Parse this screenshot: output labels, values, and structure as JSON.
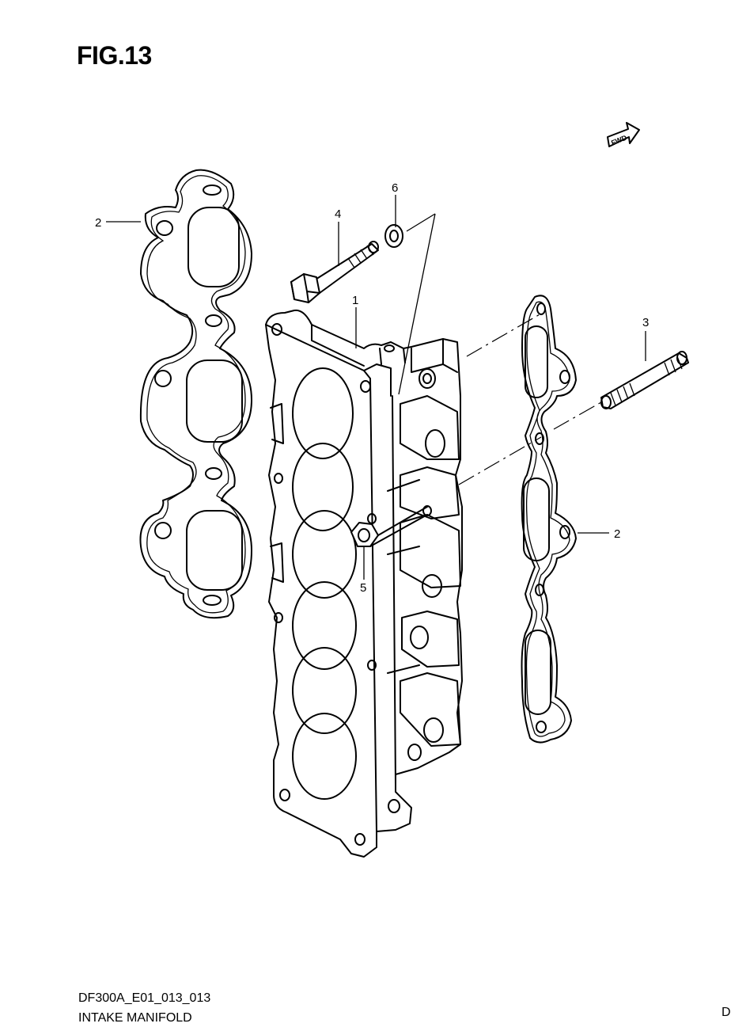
{
  "figure": {
    "title": "FIG.13",
    "fwd_label": "FWD"
  },
  "callouts": {
    "c1": "1",
    "c2_left": "2",
    "c2_right": "2",
    "c3": "3",
    "c4": "4",
    "c5": "5",
    "c6": "6"
  },
  "footer": {
    "code": "DF300A_E01_013_013",
    "name": "INTAKE MANIFOLD",
    "corner": "D"
  }
}
